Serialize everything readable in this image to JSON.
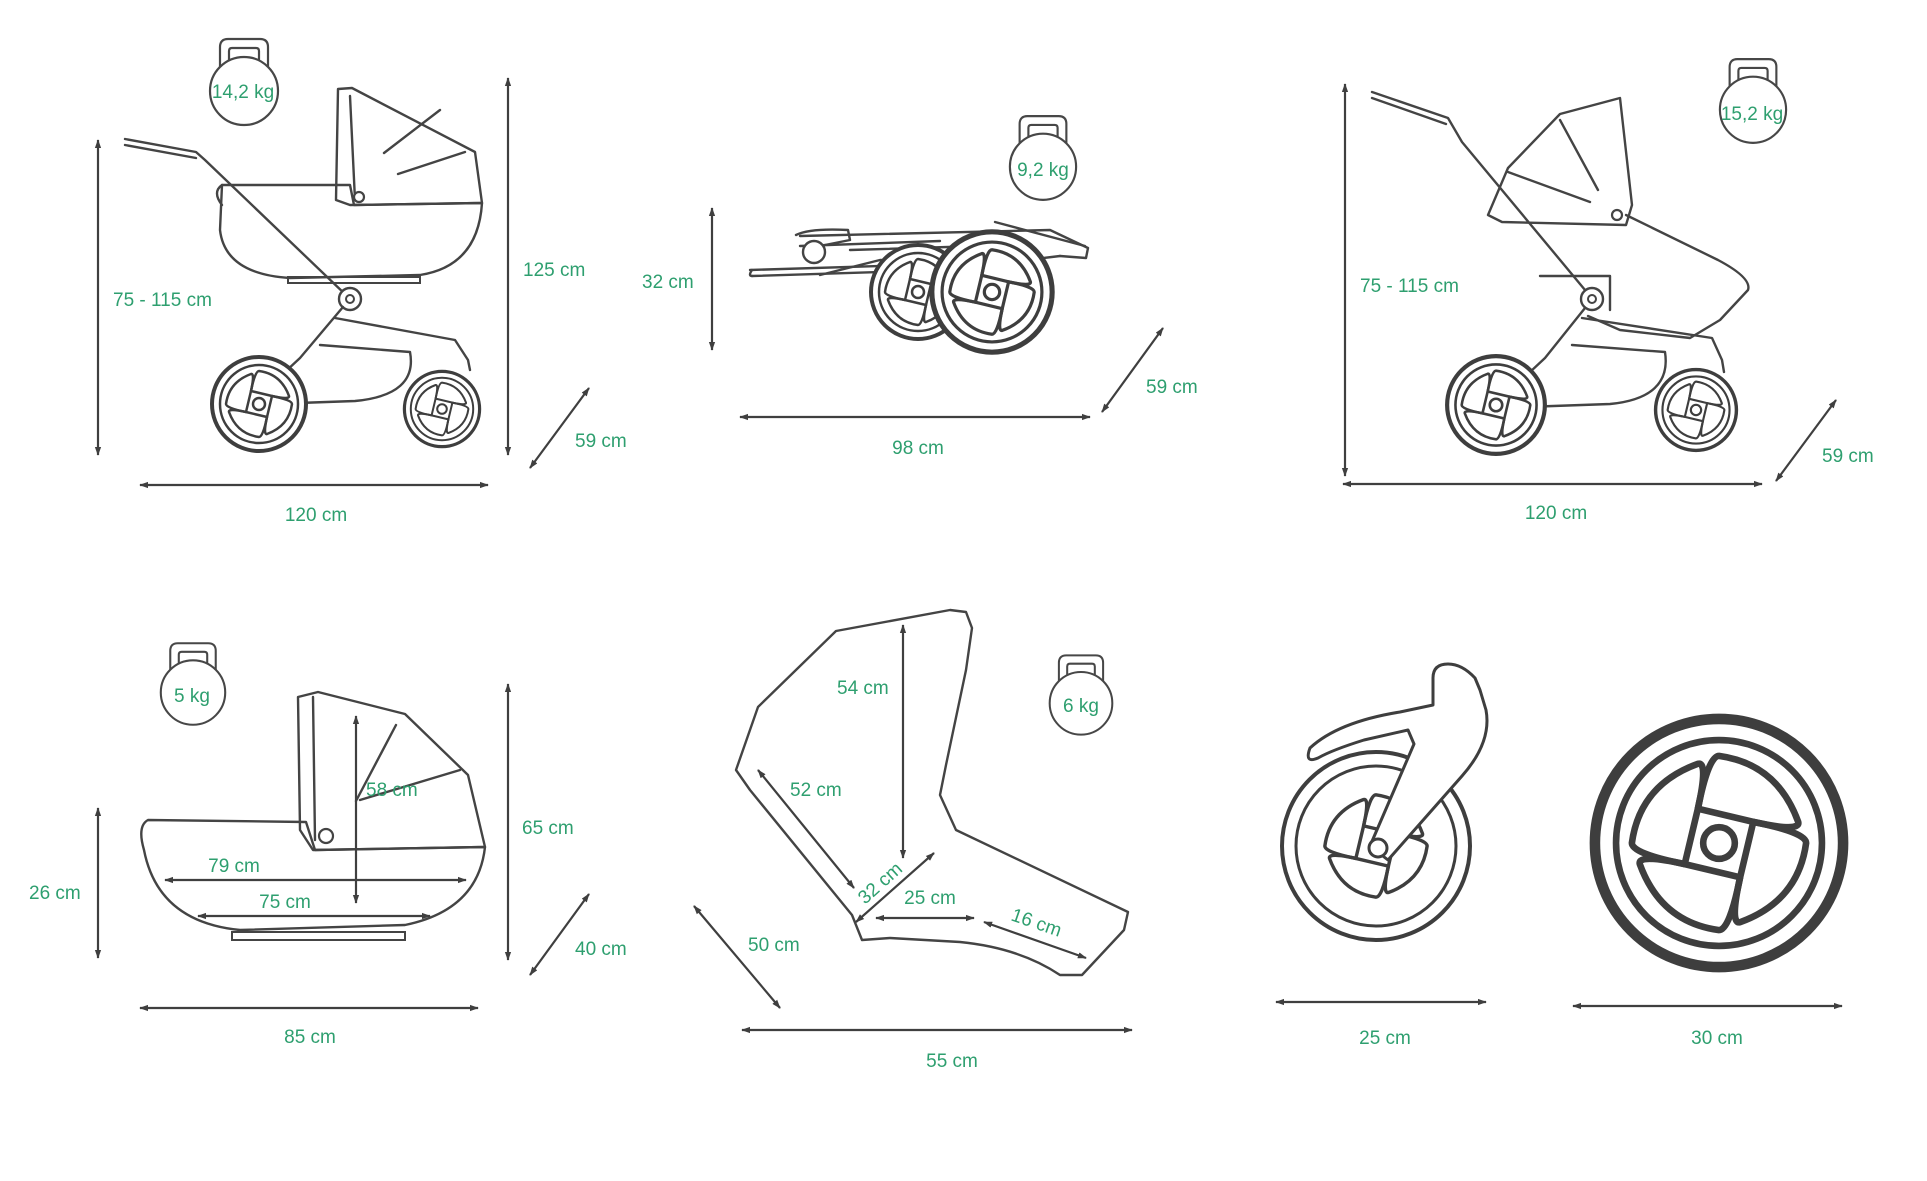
{
  "colors": {
    "label": "#2e9f6f",
    "line": "#444444",
    "background": "#ffffff"
  },
  "icons": {
    "weight": "kettlebell-icon"
  },
  "pram": {
    "weight": "14,2 kg",
    "handle_height": "75 - 115 cm",
    "height": "125 cm",
    "width": "59 cm",
    "length": "120 cm"
  },
  "folded": {
    "weight": "9,2 kg",
    "height": "32 cm",
    "width": "59 cm",
    "length": "98 cm"
  },
  "stroller": {
    "weight": "15,2 kg",
    "handle_height": "75 - 115 cm",
    "width": "59 cm",
    "length": "120 cm"
  },
  "carrycot": {
    "weight": "5 kg",
    "body_height": "26 cm",
    "interior_height": "58 cm",
    "inner_length": "79 cm",
    "base_length": "75 cm",
    "height": "65 cm",
    "width": "40 cm",
    "length": "85 cm"
  },
  "seat": {
    "weight": "6 kg",
    "backrest_height": "54 cm",
    "backrest_length": "52 cm",
    "seat_height": "32 cm",
    "seat_depth": "25 cm",
    "footrest_length": "16 cm",
    "width": "50 cm",
    "length": "55 cm"
  },
  "wheels": {
    "front_diameter": "25 cm",
    "rear_diameter": "30 cm"
  }
}
